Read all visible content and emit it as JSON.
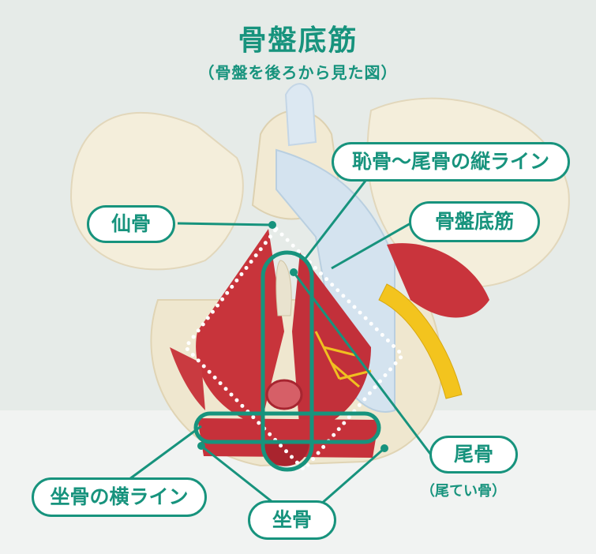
{
  "title": "骨盤底筋",
  "subtitle": "（骨盤を後ろから見た図）",
  "labels": {
    "pubis_coccyx_line": "恥骨〜尾骨の縦ライン",
    "sacrum": "仙骨",
    "pelvic_floor": "骨盤底筋",
    "coccyx": "尾骨",
    "coccyx_note": "（尾てい骨）",
    "ischium_line": "坐骨の横ライン",
    "ischium": "坐骨"
  },
  "colors": {
    "accent": "#17937d",
    "bone": "#f3ecd7",
    "muscle": "#c8323a",
    "nerve": "#f2c21d",
    "ligament": "#cfe0ee"
  }
}
